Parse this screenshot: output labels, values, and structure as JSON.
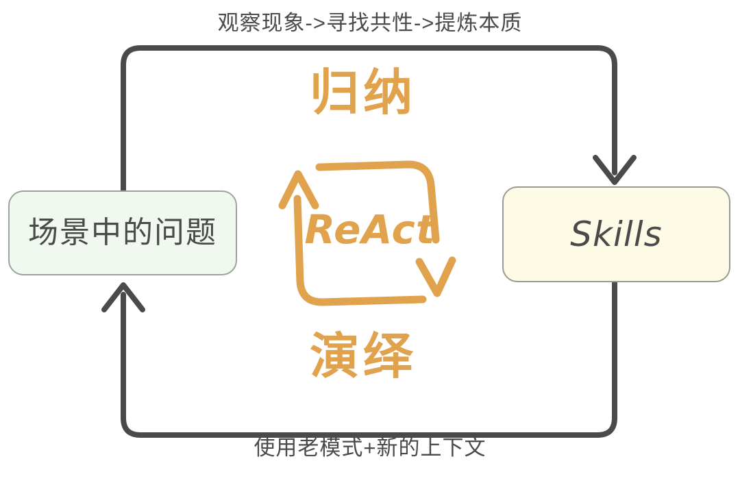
{
  "diagram": {
    "title_alt": "ReAct induction-deduction loop between scenario problems and Skills",
    "colors": {
      "stroke_dark": "#4a4a4a",
      "accent_orange": "#e0a24d",
      "problem_fill": "#f0f8ef",
      "skills_fill": "#fdfae6",
      "box_border": "#9aa39a"
    },
    "nodes": [
      {
        "id": "problem",
        "label": "场景中的问题"
      },
      {
        "id": "skills",
        "label": "Skills"
      }
    ],
    "edges": [
      {
        "id": "top-edge",
        "from": "problem",
        "to": "skills",
        "caption": "观察现象->寻找共性->提炼本质",
        "cycle_label": "归纳",
        "direction": "left-to-right"
      },
      {
        "id": "bottom-edge",
        "from": "skills",
        "to": "problem",
        "caption": "使用老模式+新的上下文",
        "cycle_label": "演绎",
        "direction": "right-to-left"
      }
    ],
    "center": {
      "label": "ReAct",
      "loop": "clockwise-rounded-square"
    }
  }
}
